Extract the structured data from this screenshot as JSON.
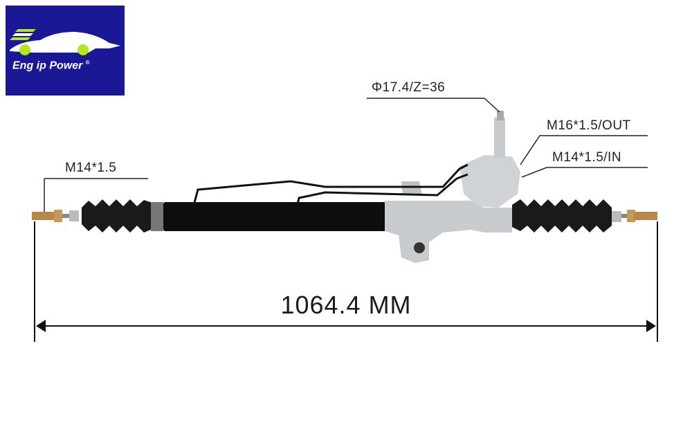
{
  "brand": {
    "name": "Eng ip Power",
    "mark": "®",
    "background": "#1b1896",
    "wheel_color": "#b5e61d"
  },
  "callouts": {
    "pinion_spec": "Φ17.4/Z=36",
    "out_port": "M16*1.5/OUT",
    "in_port": "M14*1.5/IN",
    "tie_rod_thread": "M14*1.5"
  },
  "dimension": {
    "total_length": "1064.4 MM"
  },
  "colors": {
    "tube": "#0d0d0d",
    "housing": "#c9cccf",
    "boot": "#1a1a1a",
    "line": "#111111"
  }
}
